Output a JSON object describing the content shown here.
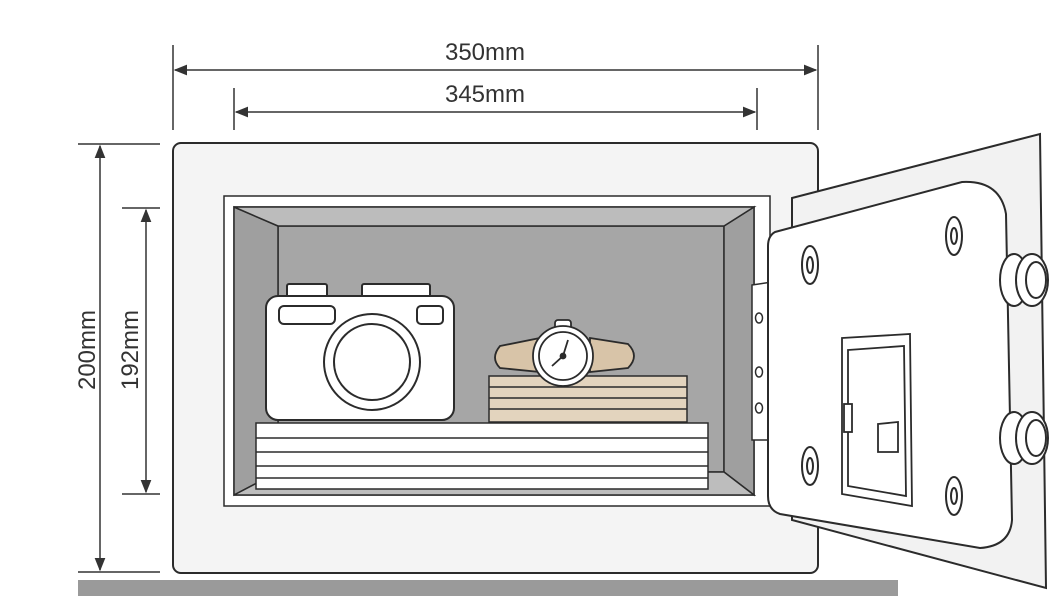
{
  "dimensions": {
    "outer_width": "350mm",
    "inner_width": "345mm",
    "outer_height": "200mm",
    "inner_height": "192mm"
  },
  "colors": {
    "outline": "#2b2b2b",
    "body_fill": "#f4f4f4",
    "cavity_fill": "#a9a9a9",
    "floor_bar": "#9a9a9a",
    "item_fill": "#ffffff",
    "watch_fill": "#d8c4a8"
  },
  "icons": {
    "camera": "camera-icon",
    "watch": "wristwatch-icon",
    "keypad": "keypad-icon"
  }
}
